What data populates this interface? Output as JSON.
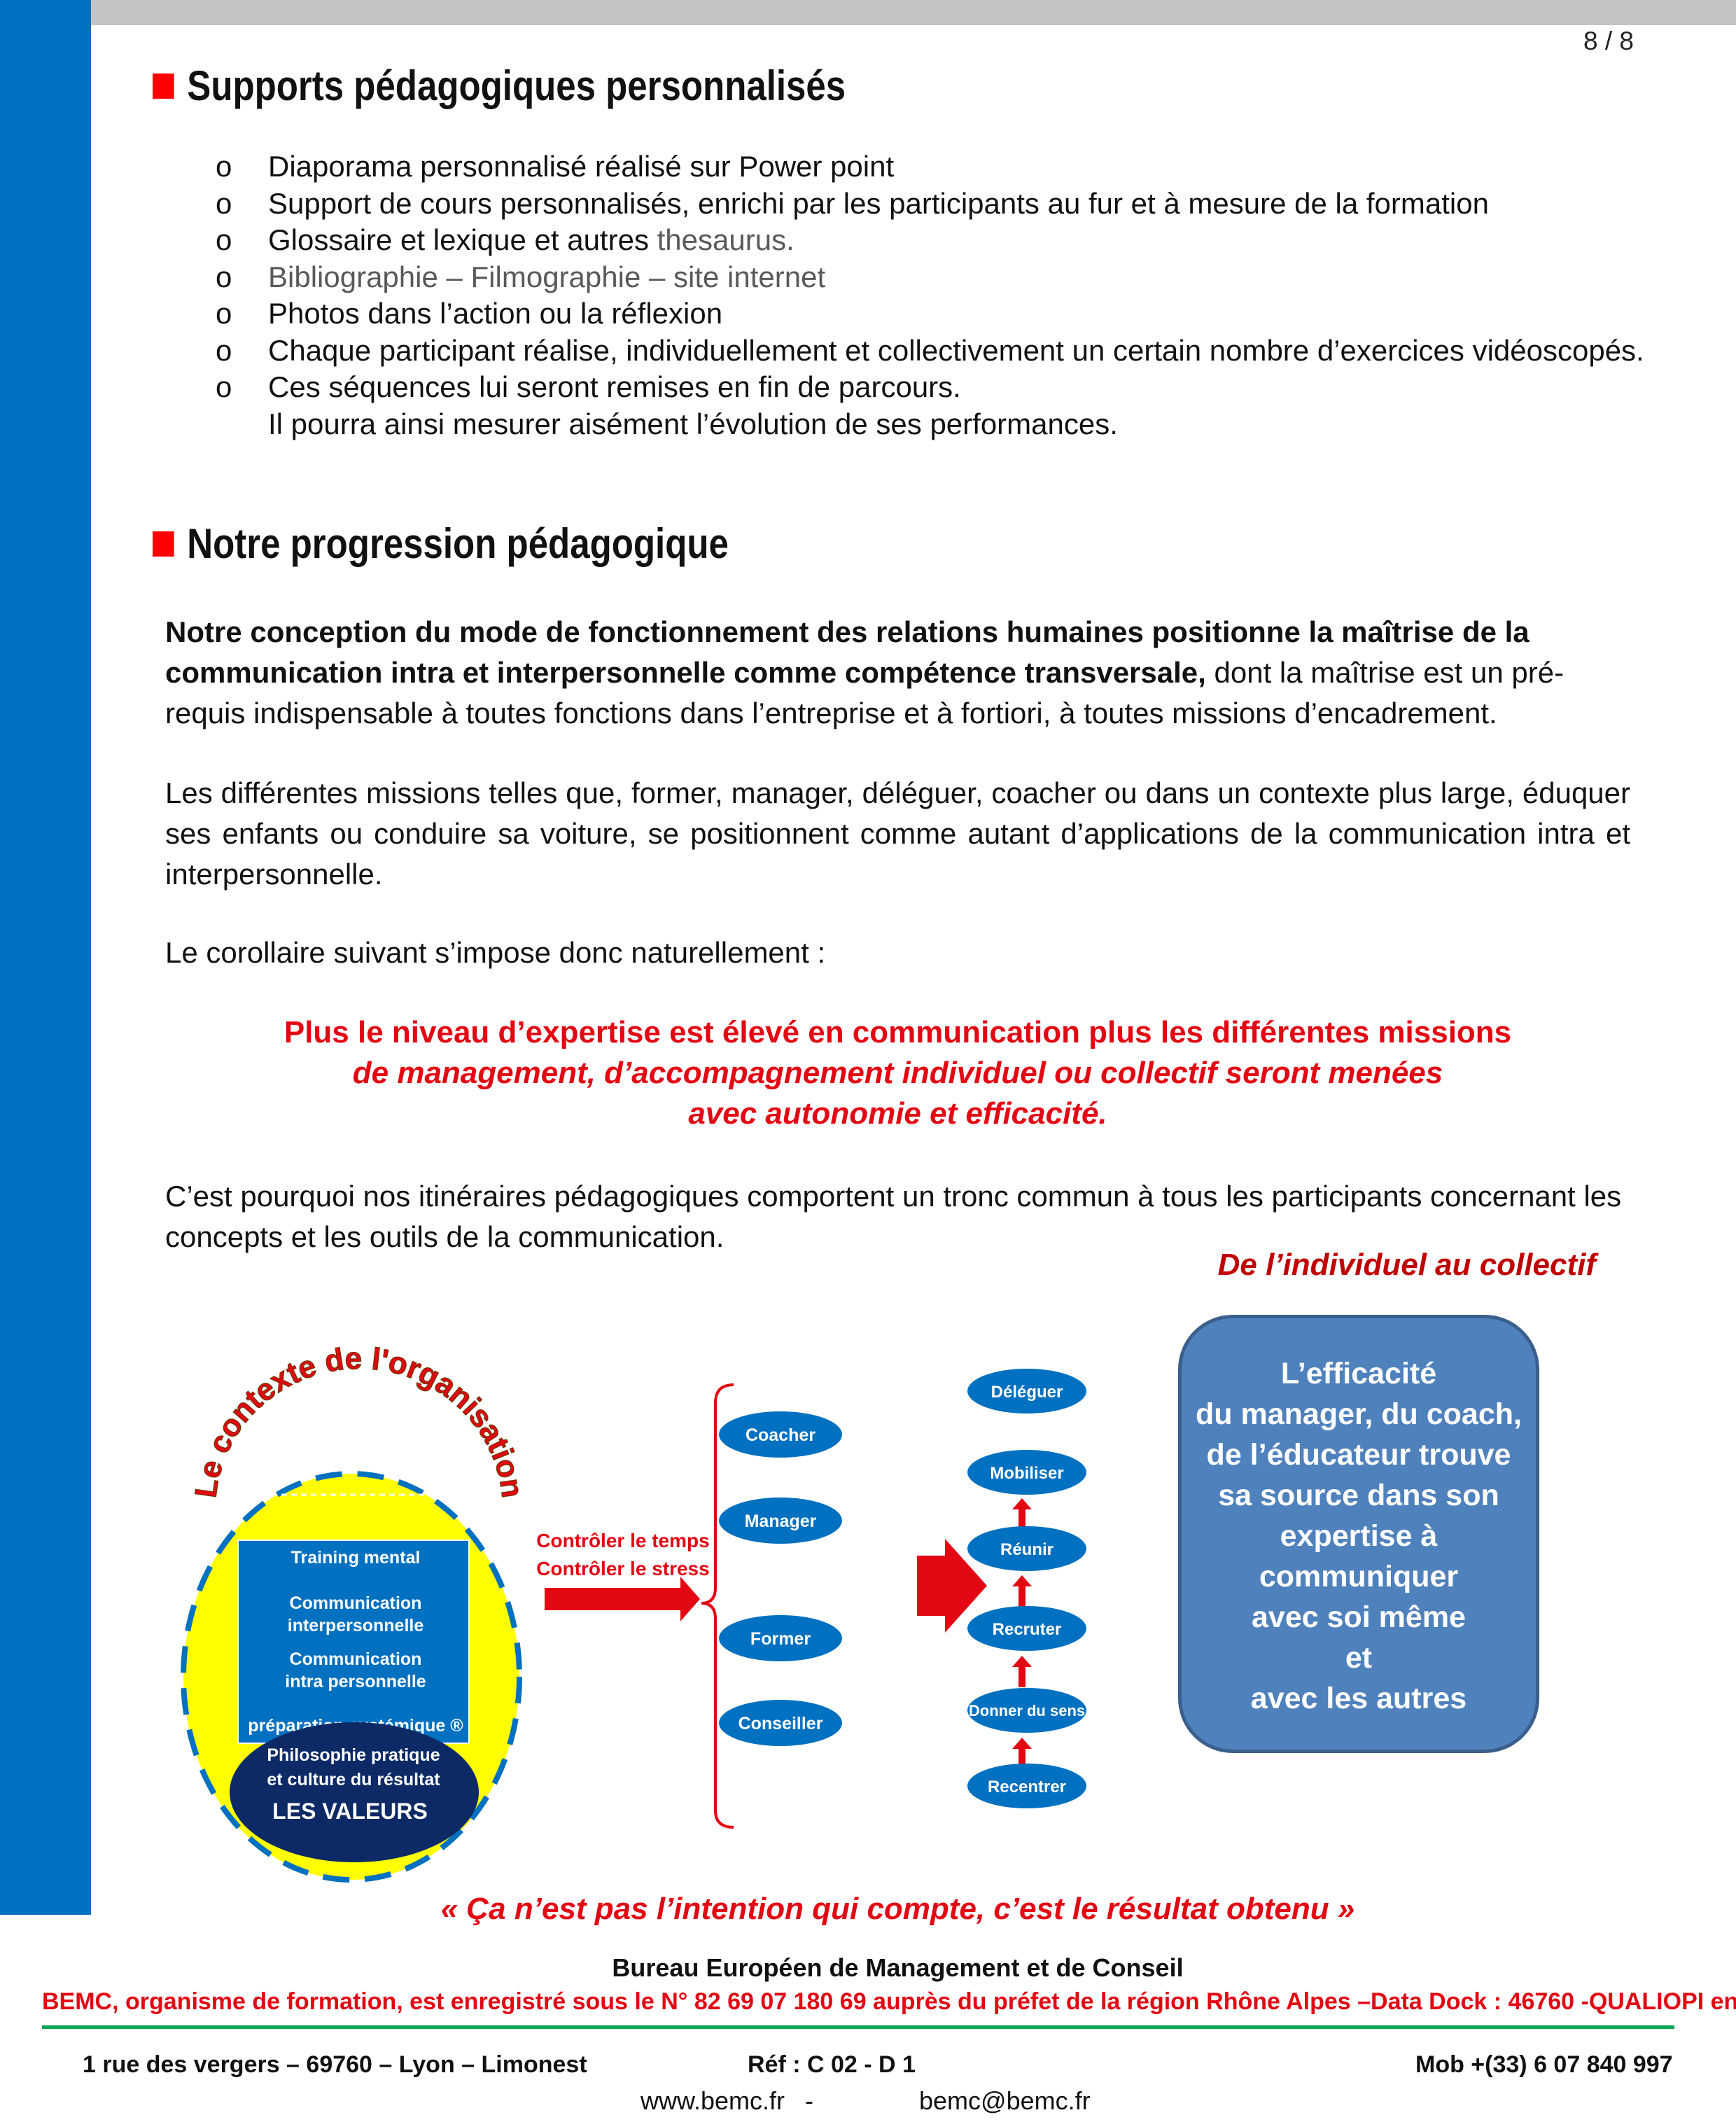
{
  "page_number": "8 / 8",
  "section1": {
    "title": "Supports pédagogiques personnalisés",
    "bullet_marker": "o",
    "items": [
      "Diaporama personnalisé réalisé sur Power point",
      "Support de cours personnalisés, enrichi par les participants au fur et à mesure de la formation",
      "Glossaire et lexique et autres",
      "thesaurus.",
      "Bibliographie – Filmographie – site internet",
      "Photos dans l’action ou la réflexion",
      "Chaque participant réalise, individuellement et collectivement un certain nombre d’exercices vidéoscopés.",
      "Ces séquences lui seront remises en fin de parcours.",
      "Il pourra ainsi mesurer aisément l’évolution de ses performances."
    ]
  },
  "section2": {
    "title": "Notre progression pédagogique",
    "p1_bold": "Notre conception du mode de fonctionnement des relations humaines positionne la maîtrise de la communication intra et interpersonnelle comme compétence transversale,",
    "p1_rest": " dont la maîtrise est un pré-requis indispensable à toutes fonctions dans l’entreprise et à fortiori, à toutes missions d’encadrement.",
    "p2": "Les différentes missions telles que, former, manager, déléguer, coacher ou dans un contexte plus large,   éduquer ses enfants ou conduire sa voiture, se positionnent comme autant d’applications de la communication intra et interpersonnelle.",
    "p3": "Le corollaire suivant s’impose donc naturellement :",
    "red1": "Plus le niveau d’expertise est élevé en communication plus les différentes missions",
    "red2": "de management, d’accompagnement individuel ou collectif seront menées",
    "red3": "avec autonomie et efficacité.",
    "p4": "C’est pourquoi nos itinéraires pédagogiques comportent un tronc commun à tous les participants concernant les concepts et les outils de la communication."
  },
  "diagram": {
    "subtitle": "De l’individuel au collectif",
    "arc_text": "Le contexte de l'organisation",
    "inner_box": [
      "Training mental",
      "Communication",
      "interpersonnelle",
      "Communication",
      "intra personnelle",
      "préparation systémique ®"
    ],
    "base": [
      "Philosophie pratique",
      "et culture du résultat",
      "LES VALEURS"
    ],
    "arrow_label": [
      "Contrôler le temps",
      "Contrôler le stress"
    ],
    "roles": [
      "Coacher",
      "Manager",
      "Former",
      "Conseiller"
    ],
    "steps": [
      "Déléguer",
      "Mobiliser",
      "Réunir",
      "Recruter",
      "Donner du sens",
      "Recentrer"
    ],
    "box_lines": [
      "L’efficacité",
      "du manager, du coach,",
      "de l’éducateur trouve",
      "sa source dans son",
      "expertise à",
      "communiquer",
      "avec soi même",
      "et",
      "avec les autres"
    ],
    "colors": {
      "yellow": "#ffff00",
      "blue": "#0070c0",
      "navy": "#0d2a66",
      "red": "#e30613",
      "pill": "#0070c0",
      "box": "#4f81bd"
    }
  },
  "quote": "« Ça n’est pas l’intention qui compte, c’est le résultat obtenu »",
  "footer": {
    "org": "Bureau Européen de Management et de Conseil",
    "reg": "BEMC, organisme de formation, est enregistré sous le N° 82 69 07 180 69 auprès du préfet de la région Rhône Alpes –Data Dock : 46760 -QUALIOPI en cours",
    "address": "1 rue des vergers – 69760 – Lyon – Limonest",
    "ref": "Réf :  C 02   -  D 1",
    "mob": "Mob +(33) 6 07 840 997",
    "web": "www.bemc.fr",
    "sep": "-",
    "email": "bemc@bemc.fr"
  }
}
